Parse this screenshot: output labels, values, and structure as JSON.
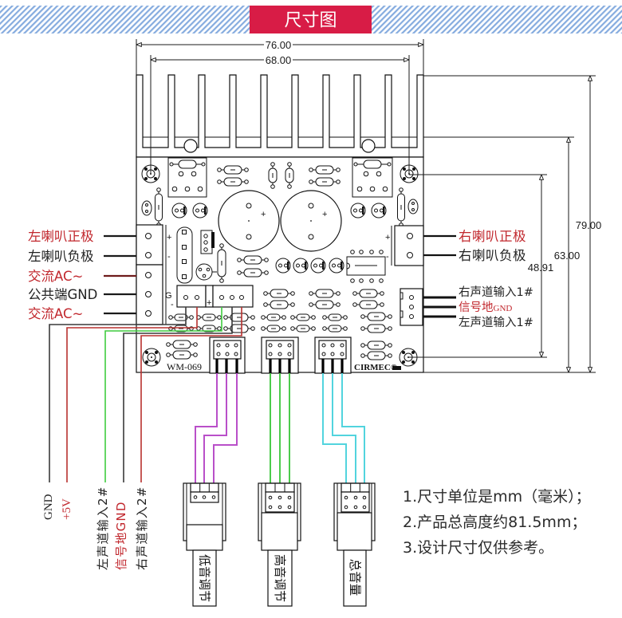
{
  "header": {
    "title": "尺寸图",
    "title_bg_color": "#d81c46",
    "stripe_color": "#86acdf"
  },
  "dimensions": {
    "overall_width": "76.00",
    "mounting_hole_spacing_x": "68.00",
    "overall_height": "79.00",
    "board_height": "63.00",
    "mounting_hole_spacing_y": "48.91"
  },
  "left_terminals": [
    {
      "label": "左喇叭正极",
      "color": "#c1272d",
      "lead_color": "#1a1a1a"
    },
    {
      "label": "左喇叭负极",
      "color": "#222222",
      "lead_color": "#1a1a1a"
    },
    {
      "label": "交流AC~",
      "color": "#c1272d",
      "lead_color": "#6e1b1b"
    },
    {
      "label": "公共端GND",
      "color": "#222222",
      "lead_color": "#1a1a1a"
    },
    {
      "label": "交流AC~",
      "color": "#c1272d",
      "lead_color": "#1a1a1a"
    }
  ],
  "right_terminals": [
    {
      "label": "右喇叭正极",
      "color": "#c1272d"
    },
    {
      "label": "右喇叭负极",
      "color": "#222222"
    }
  ],
  "right_signal_input": [
    {
      "label": "右声道输入1#",
      "color": "#222222"
    },
    {
      "label": "信号地",
      "suffix": "GND",
      "color": "#c1272d"
    },
    {
      "label": "左声道输入1#",
      "color": "#222222"
    }
  ],
  "bottom_wires": [
    {
      "label": "GND",
      "label_color": "#222222",
      "wire_color": "#3a3a3a"
    },
    {
      "label": "+5V",
      "label_color": "#c1272d",
      "wire_color": "#b8312f"
    },
    {
      "label": "左声道输入2#",
      "label_color": "#222222",
      "wire_color": "#3fcc3f"
    },
    {
      "label": "信号地GND",
      "label_color": "#c1272d",
      "wire_color": "#3a3a3a"
    },
    {
      "label": "右声道输入2#",
      "label_color": "#222222",
      "wire_color": "#b8312f"
    }
  ],
  "board": {
    "model": "WM-069",
    "brand": "CIRMEC®",
    "marks": {
      "plus": "+",
      "minus": "-",
      "ground": "G"
    },
    "power_polarity": {
      "minus": "-",
      "plus": "+",
      "color": "#c1272d"
    }
  },
  "potentiometer_plugs": [
    {
      "label": "低音调节",
      "wire_color": "#b94fc9"
    },
    {
      "label": "高音调节",
      "wire_color": "#4ccb4c"
    },
    {
      "label": "总音量",
      "wire_color": "#52d4de"
    }
  ],
  "notes": [
    "1.尺寸单位是mm（毫米）；",
    "2.产品总高度约81.5mm；",
    "3.设计尺寸仅供参考。"
  ]
}
